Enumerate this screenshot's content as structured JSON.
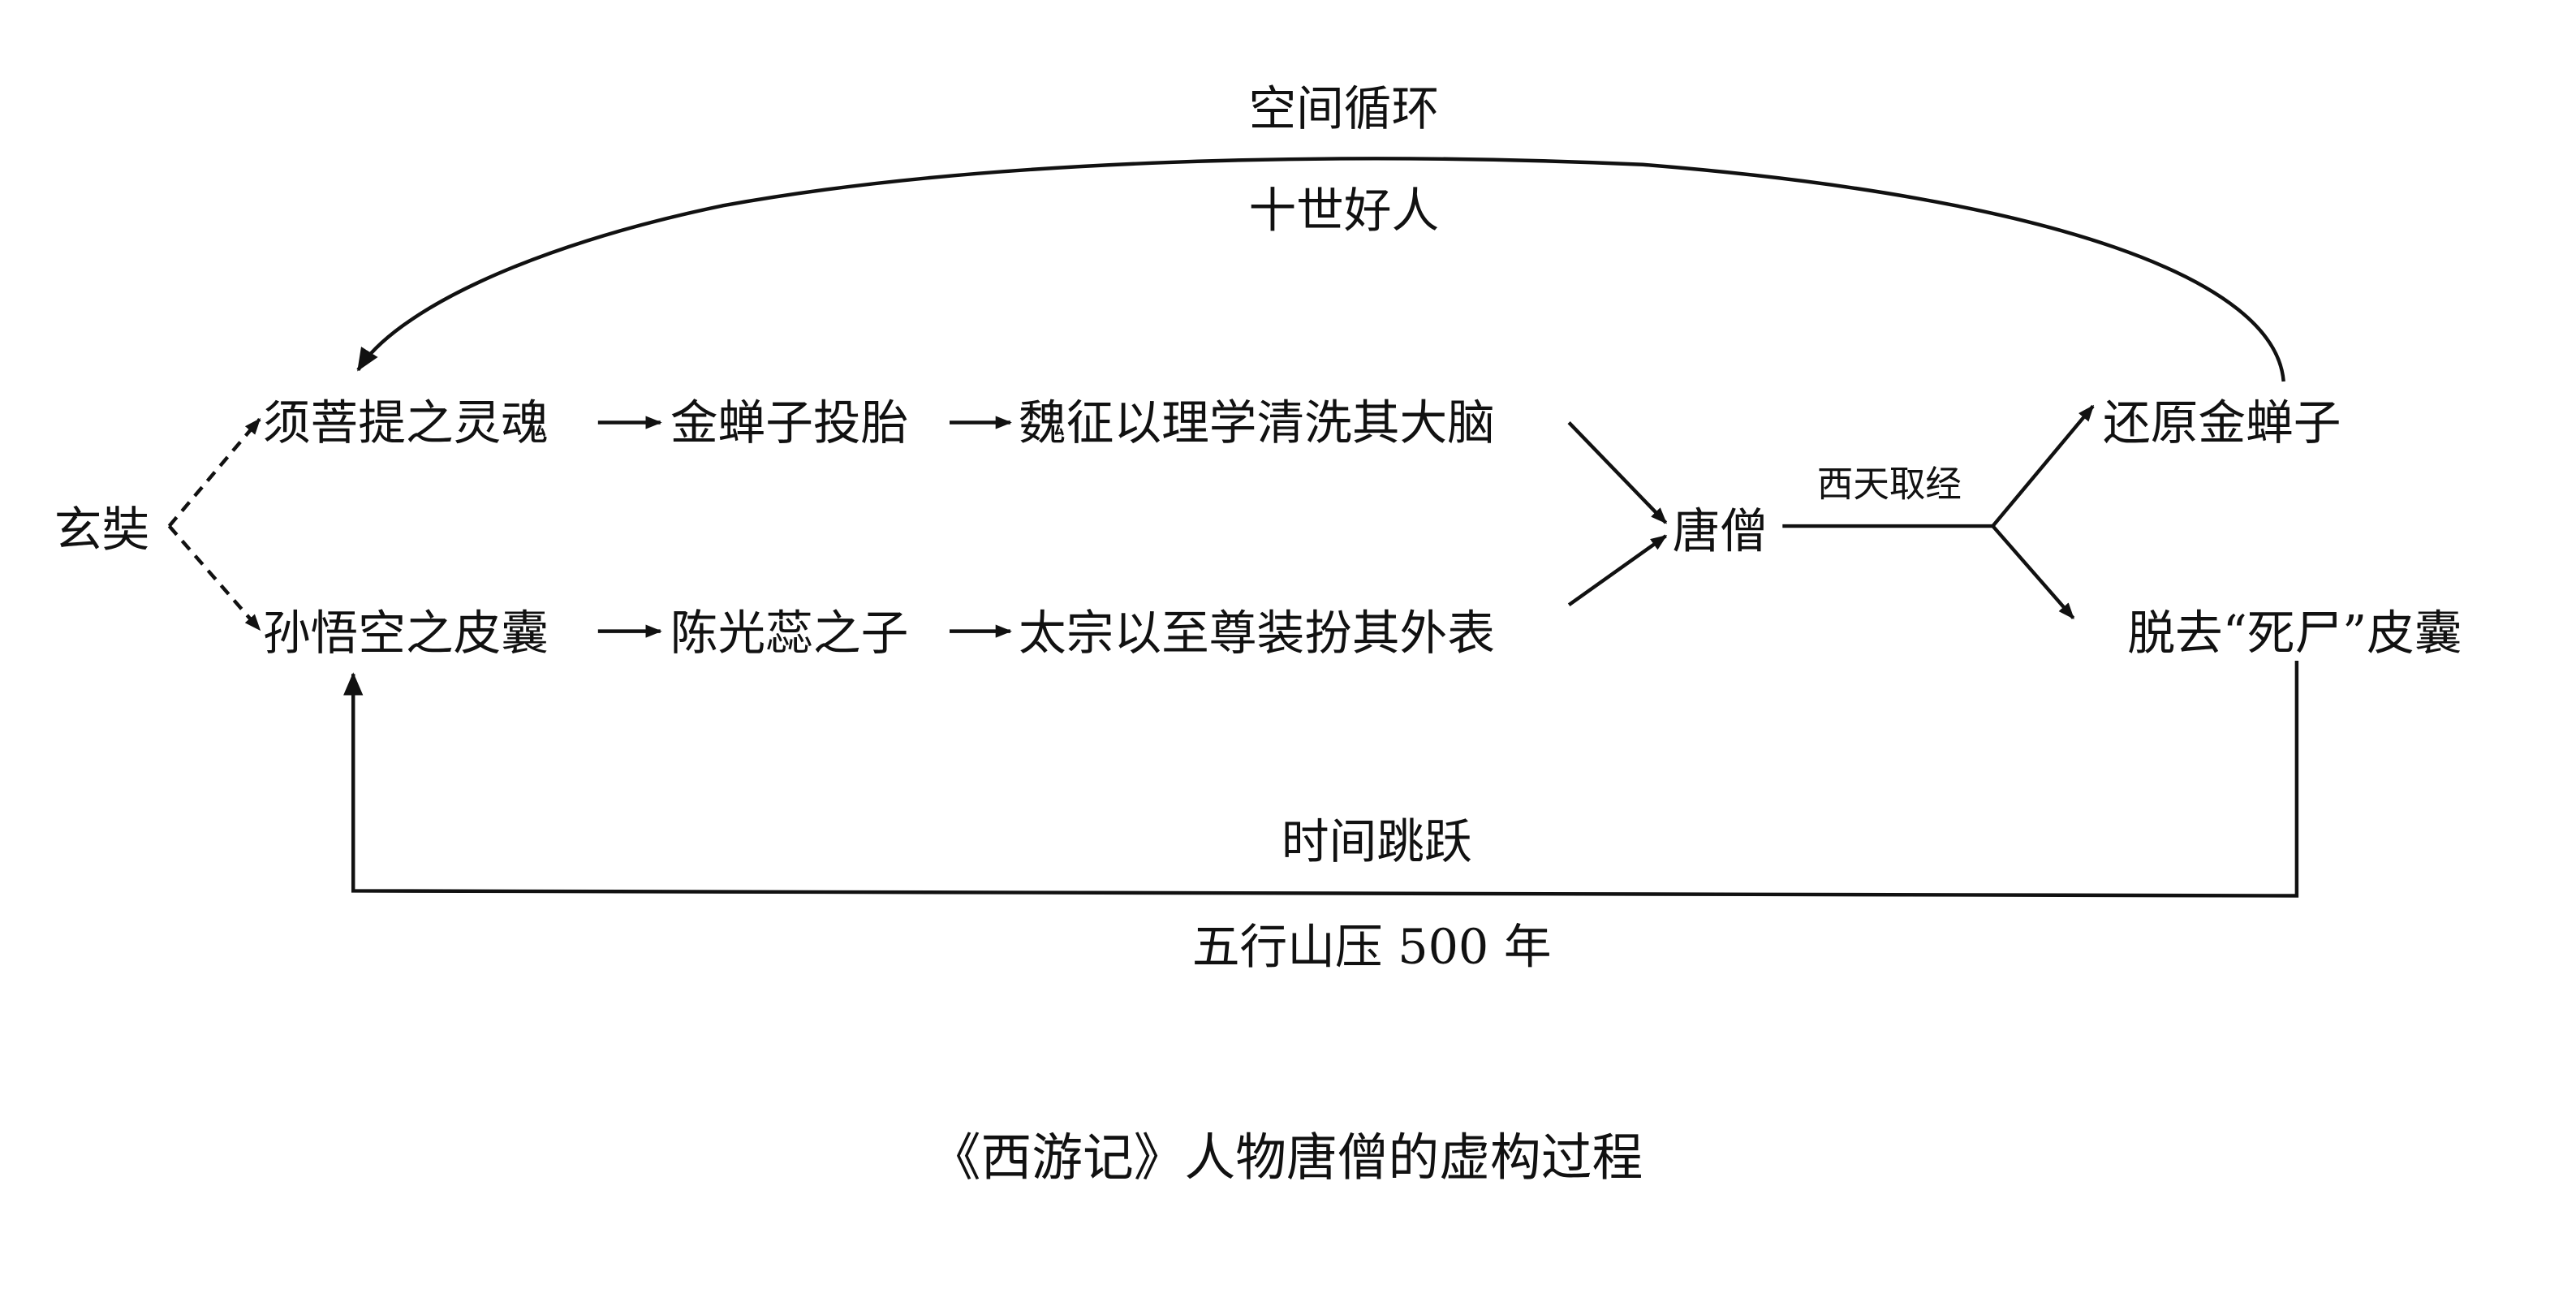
{
  "nodes": {
    "xuanzang": "玄奘",
    "subhuti_soul": "须菩提之灵魂",
    "golden_cicada_reincarnation": "金蝉子投胎",
    "weizheng": "魏征以理学清洗其大脑",
    "wukong_skin": "孙悟空之皮囊",
    "chen_guangrui_son": "陈光蕊之子",
    "taizong": "太宗以至尊装扮其外表",
    "tangseng": "唐僧",
    "restore_cicada": "还原金蝉子",
    "shed_skin": "脱去“死尸”皮囊"
  },
  "edges": {
    "journey_west": "西天取经",
    "space_cycle": "空间循环",
    "ten_lives": "十世好人",
    "time_jump": "时间跳跃",
    "five_elements": "五行山压 500 年"
  },
  "caption": "《西游记》人物唐僧的虚构过程"
}
